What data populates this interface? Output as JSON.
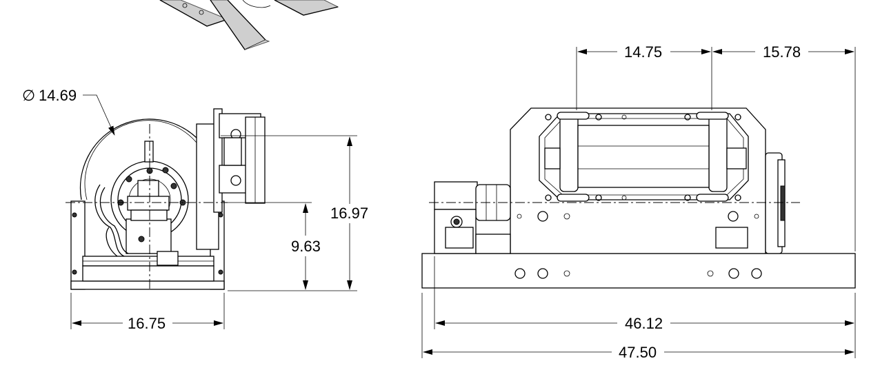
{
  "drawing": {
    "side_view": {
      "diameter_symbol": "∅",
      "diameter": "14.69",
      "overall_height": "16.97",
      "center_height": "9.63",
      "width": "16.75"
    },
    "front_view": {
      "dim_left_span": "14.75",
      "dim_right_span": "15.78",
      "inner_length": "46.12",
      "overall_length": "47.50"
    }
  }
}
